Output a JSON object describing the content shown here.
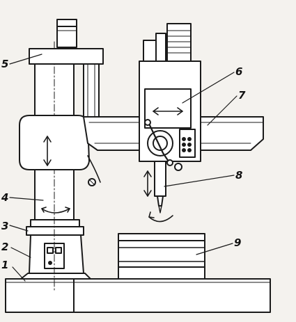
{
  "diagram": {
    "callouts": [
      "1",
      "2",
      "3",
      "4",
      "5",
      "6",
      "7",
      "8",
      "9"
    ],
    "colors": {
      "ink": "#1a1a1a",
      "paper": "#f4f2ee",
      "fill_light": "#ffffff"
    }
  }
}
